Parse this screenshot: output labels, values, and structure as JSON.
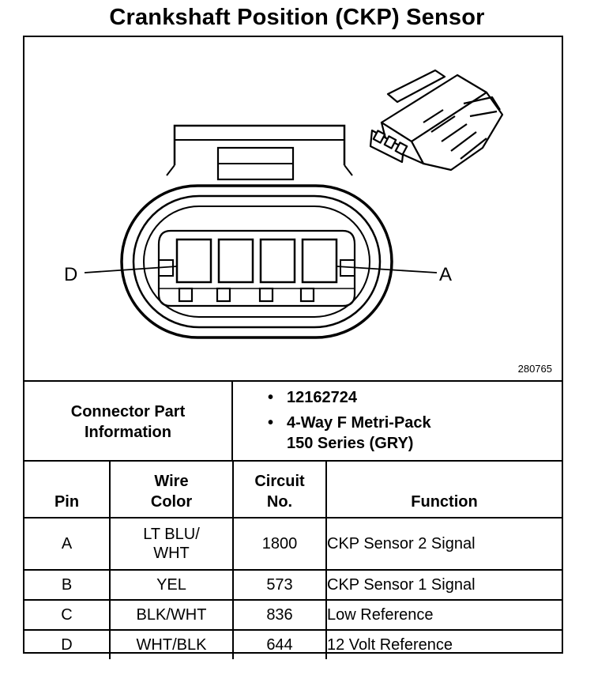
{
  "title": "Crankshaft Position (CKP) Sensor",
  "diagram": {
    "ref_number": "280765",
    "pin_label_left": "D",
    "pin_label_right": "A"
  },
  "connector": {
    "label_line1": "Connector Part",
    "label_line2": "Information",
    "items": [
      "12162724",
      "4-Way F Metri-Pack",
      "150 Series (GRY)"
    ]
  },
  "table": {
    "headers": {
      "pin": "Pin",
      "wire_line1": "Wire",
      "wire_line2": "Color",
      "circuit_line1": "Circuit",
      "circuit_line2": "No.",
      "function": "Function"
    },
    "rows": [
      {
        "pin": "A",
        "wire_line1": "LT BLU/",
        "wire_line2": "WHT",
        "circuit": "1800",
        "function": "CKP Sensor 2 Signal"
      },
      {
        "pin": "B",
        "wire": "YEL",
        "circuit": "573",
        "function": "CKP Sensor 1 Signal"
      },
      {
        "pin": "C",
        "wire": "BLK/WHT",
        "circuit": "836",
        "function": "Low Reference"
      },
      {
        "pin": "D",
        "wire": "WHT/BLK",
        "circuit": "644",
        "function": "12 Volt Reference"
      }
    ]
  }
}
